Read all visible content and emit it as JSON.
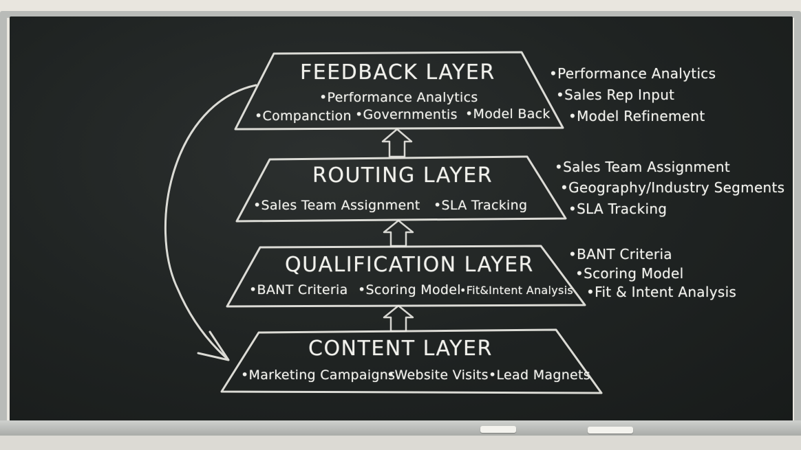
{
  "layers": [
    {
      "id": "feedback",
      "title": "FEEDBACK LAYER",
      "inner_top": "•Performance Analytics",
      "inner_items": [
        "•Companction",
        "•Governmentis",
        "•Model Back"
      ],
      "side_items": [
        "•Performance Analytics",
        "•Sales Rep Input",
        "•Model Refinement"
      ]
    },
    {
      "id": "routing",
      "title": "ROUTING LAYER",
      "inner_items": [
        "•Sales Team Assignment",
        "•SLA Tracking"
      ],
      "side_items": [
        "•Sales Team Assignment",
        "•Geography/Industry Segments",
        "•SLA Tracking"
      ]
    },
    {
      "id": "qualification",
      "title": "QUALIFICATION LAYER",
      "inner_items": [
        "•BANT Criteria",
        "•Scoring Model",
        "•Fit&Intent Analysis"
      ],
      "side_items": [
        "•BANT Criteria",
        "•Scoring Model",
        "•Fit & Intent Analysis"
      ]
    },
    {
      "id": "content",
      "title": "CONTENT LAYER",
      "inner_items": [
        "•Marketing Campaigns",
        "•Website Visits",
        "•Lead Magnets"
      ]
    }
  ],
  "colors": {
    "chalk": "#f1f1ec",
    "board": "#1f2322",
    "frame": "#b9bbb8"
  }
}
